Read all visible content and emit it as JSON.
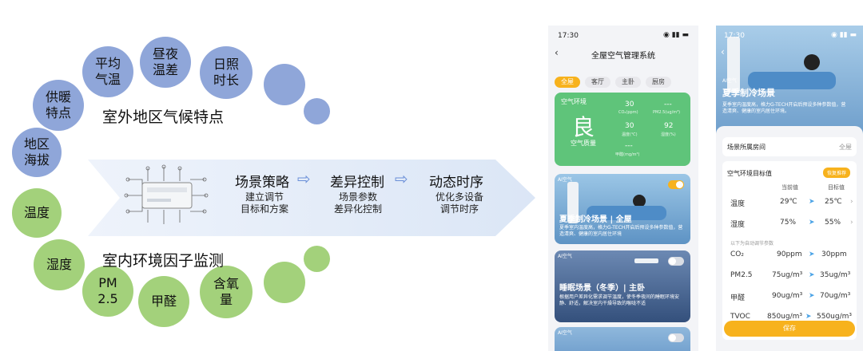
{
  "diagram": {
    "climate_bubbles": [
      {
        "id": "heating",
        "text": "供暖\n特点"
      },
      {
        "id": "avg_temp",
        "text": "平均\n气温"
      },
      {
        "id": "day_night",
        "text": "昼夜\n温差"
      },
      {
        "id": "sunshine",
        "text": "日照\n时长"
      },
      {
        "id": "altitude",
        "text": "地区\n海拔"
      }
    ],
    "climate_heading": "室外地区气候特点",
    "env_bubbles": [
      {
        "id": "temperature",
        "text": "温度"
      },
      {
        "id": "humidity",
        "text": "湿度"
      },
      {
        "id": "pm25",
        "text": "PM\n2.5"
      },
      {
        "id": "formaldehyde",
        "text": "甲醛"
      },
      {
        "id": "oxygen",
        "text": "含氧\n量"
      }
    ],
    "env_heading": "室内环境因子监测",
    "steps": [
      {
        "title": "场景策略",
        "sub": "建立调节\n目标和方案"
      },
      {
        "title": "差异控制",
        "sub": "场景参数\n差异化控制"
      },
      {
        "title": "动态时序",
        "sub": "优化多设备\n调节时序"
      }
    ]
  },
  "phone1": {
    "time": "17:30",
    "title": "全屋空气管理系统",
    "tabs": [
      "全屋",
      "客厅",
      "主卧",
      "厨房"
    ],
    "air_card": {
      "label": "空气环境",
      "quality": "良",
      "quality_label": "空气质量",
      "co2_value": "30",
      "co2_label": "CO₂(ppm)",
      "pm_value": "---",
      "pm_label": "PM2.5(ug/m³)",
      "temp_value": "30",
      "temp_label": "温度(℃)",
      "hum_value": "92",
      "hum_label": "湿度(%)",
      "hcho_value": "---",
      "hcho_label": "甲醛(mg/m³)"
    },
    "scenes": [
      {
        "badge": "AI空气",
        "title": "夏季制冷场景 | 全屋",
        "desc": "夏季室内温度高，格力G-TECH开启后预设多种参数值，营造清爽、健康的室内居住环境",
        "on": true
      },
      {
        "badge": "AI空气",
        "title": "睡眠场景（冬季）| 主卧",
        "desc": "根据用户差异化需求调节温度，使冬季夜间的睡眠环境安静、舒适，解决室内干燥导致的喉咙不适",
        "on": false
      },
      {
        "badge": "AI空气",
        "title": "",
        "desc": "",
        "on": false
      }
    ]
  },
  "phone2": {
    "time": "17:30",
    "badge": "AI空气",
    "title": "夏季制冷场景",
    "desc": "夏季室内温度高，格力G-TECH开启后预设多种参数值，营造清爽、健康的室内居住环境。",
    "room_label": "场景所属房间",
    "room_value": "全屋",
    "target_label": "空气环境目标值",
    "restore_label": "恢复推荐",
    "col_current": "当前值",
    "col_target": "目标值",
    "rows_top": [
      {
        "name": "温度",
        "current": "29℃",
        "target": "25℃"
      },
      {
        "name": "湿度",
        "current": "75%",
        "target": "55%"
      }
    ],
    "auto_note": "以下为自动调节参数",
    "rows_auto": [
      {
        "name": "CO₂",
        "current": "90ppm",
        "target": "30ppm"
      },
      {
        "name": "PM2.5",
        "current": "75ug/m³",
        "target": "35ug/m³"
      },
      {
        "name": "甲醛",
        "current": "90ug/m³",
        "target": "70ug/m³"
      },
      {
        "name": "TVOC",
        "current": "850ug/m³",
        "target": "550ug/m³"
      }
    ],
    "save_label": "保存"
  },
  "colors": {
    "blue_bubble": "#8fa6d9",
    "green_bubble": "#a3d17b",
    "accent": "#f7b21d",
    "air_green": "#62c97b"
  }
}
